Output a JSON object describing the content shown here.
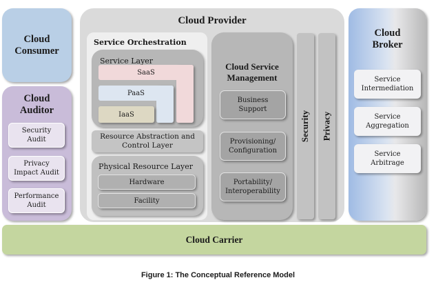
{
  "consumer": {
    "title_line1": "Cloud",
    "title_line2": "Consumer"
  },
  "auditor": {
    "title_line1": "Cloud",
    "title_line2": "Auditor",
    "items": [
      {
        "line1": "Security",
        "line2": "Audit"
      },
      {
        "line1": "Privacy",
        "line2": "Impact Audit"
      },
      {
        "line1": "Performance",
        "line2": "Audit"
      }
    ]
  },
  "provider": {
    "title": "Cloud Provider",
    "orchestration": {
      "title": "Service Orchestration",
      "service_layer": {
        "title": "Service Layer",
        "saas": "SaaS",
        "paas": "PaaS",
        "iaas": "IaaS"
      },
      "resource_abstraction": {
        "line1": "Resource Abstraction and",
        "line2": "Control Layer"
      },
      "physical_resource": {
        "title": "Physical Resource Layer",
        "items": [
          "Hardware",
          "Facility"
        ]
      }
    },
    "management": {
      "title_line1": "Cloud Service",
      "title_line2": "Management",
      "items": [
        {
          "line1": "Business",
          "line2": "Support"
        },
        {
          "line1": "Provisioning/",
          "line2": "Configuration"
        },
        {
          "line1": "Portability/",
          "line2": "Interoperability"
        }
      ]
    },
    "security": "Security",
    "privacy": "Privacy"
  },
  "broker": {
    "title_line1": "Cloud",
    "title_line2": "Broker",
    "items": [
      {
        "line1": "Service",
        "line2": "Intermediation"
      },
      {
        "line1": "Service",
        "line2": "Aggregation"
      },
      {
        "line1": "Service",
        "line2": "Arbitrage"
      }
    ]
  },
  "carrier": {
    "title": "Cloud Carrier"
  },
  "caption": "Figure 1: The Conceptual Reference Model"
}
